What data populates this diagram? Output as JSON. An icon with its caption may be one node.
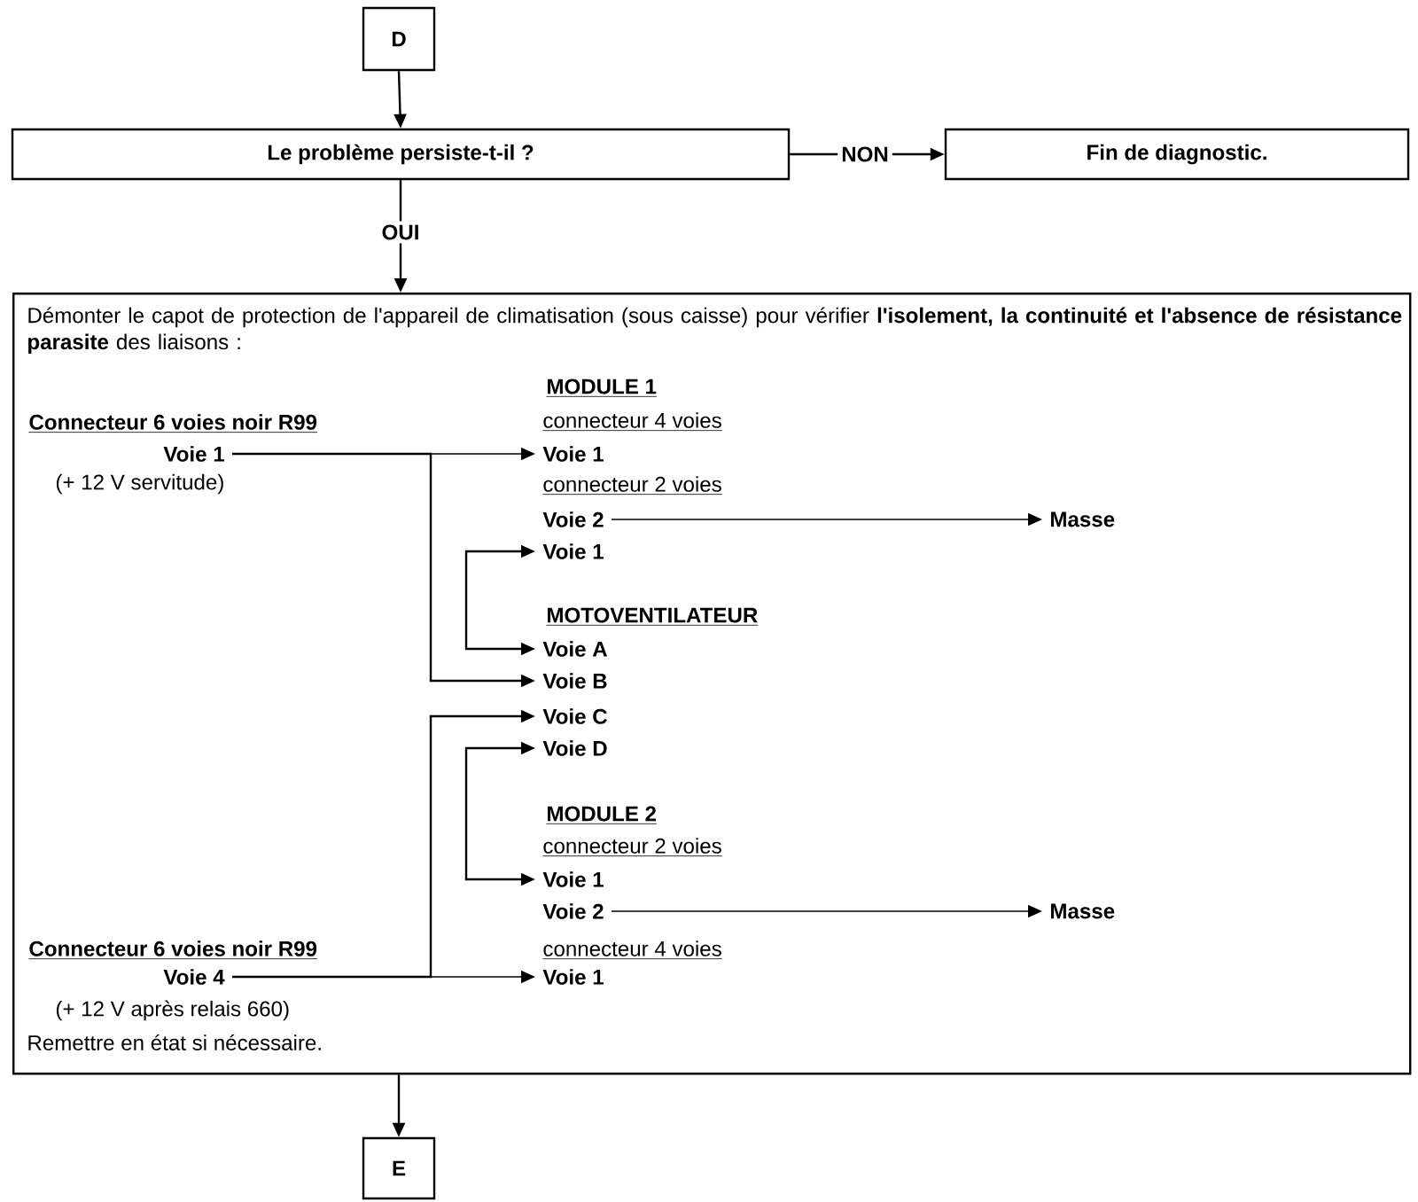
{
  "diagram": {
    "nodes": [
      {
        "text": [
          "D"
        ]
      },
      {
        "text": [
          "Le problème persiste-t-il ?"
        ]
      },
      {
        "text": [
          "Fin de diagnostic."
        ]
      },
      {
        "text": [
          "Démonter le capot de protection de l'appareil de climatisation (sous caisse) pour vérifier **l'isolement, la continuité et l'absence de résistance parasite** des liaisons :",
          "Remettre en état si nécessaire."
        ]
      },
      {
        "text": [
          "Voie 1"
        ],
        "beside": [
          "Connecteur 6 voies noir R99",
          "(+ 12 V servitude)"
        ],
        "in": 3
      },
      {
        "text": [
          "Voie 1"
        ],
        "beside": [
          "MODULE 1",
          "connecteur 4 voies"
        ],
        "in": 3
      },
      {
        "text": [
          "Voie 2"
        ],
        "beside": [
          "connecteur 2 voies"
        ],
        "in": 3
      },
      {
        "text": [
          "Masse"
        ],
        "in": 3
      },
      {
        "text": [
          "Voie 1"
        ],
        "in": 3
      },
      {
        "text": [
          "Voie A"
        ],
        "beside": [
          "MOTOVENTILATEUR"
        ],
        "in": 3
      },
      {
        "text": [
          "Voie B"
        ],
        "in": 3
      },
      {
        "text": [
          "Voie C"
        ],
        "in": 3
      },
      {
        "text": [
          "Voie D"
        ],
        "in": 3
      },
      {
        "text": [
          "Voie 1"
        ],
        "beside": [
          "MODULE 2",
          "connecteur 2 voies"
        ],
        "in": 3
      },
      {
        "text": [
          "Voie 2"
        ],
        "in": 3
      },
      {
        "text": [
          "Masse"
        ],
        "in": 3
      },
      {
        "text": [
          "Voie 1"
        ],
        "beside": [
          "connecteur 4 voies"
        ],
        "in": 3
      },
      {
        "text": [
          "Voie 4"
        ],
        "beside": [
          "Connecteur 6 voies noir R99",
          "(+ 12 V après relais 660)"
        ],
        "in": 3
      },
      {
        "text": [
          "E"
        ]
      }
    ],
    "edges": [
      {
        "from": 0,
        "to": 1,
        "arrow": "to"
      },
      {
        "from": 1,
        "to": 2,
        "arrow": "to",
        "label": "NON"
      },
      {
        "from": 1,
        "to": 3,
        "arrow": "to",
        "label": "OUI"
      },
      {
        "from": 4,
        "to": 5,
        "arrow": "to"
      },
      {
        "from": 4,
        "to": 10,
        "arrow": "to"
      },
      {
        "from": 6,
        "to": 7,
        "arrow": "to"
      },
      {
        "from": 8,
        "to": 9,
        "arrow": "both"
      },
      {
        "from": 17,
        "to": 11,
        "arrow": "to"
      },
      {
        "from": 12,
        "to": 13,
        "arrow": "both"
      },
      {
        "from": 14,
        "to": 15,
        "arrow": "to"
      },
      {
        "from": 17,
        "to": 16,
        "arrow": "to"
      },
      {
        "from": 3,
        "to": 18,
        "arrow": "to"
      }
    ]
  }
}
